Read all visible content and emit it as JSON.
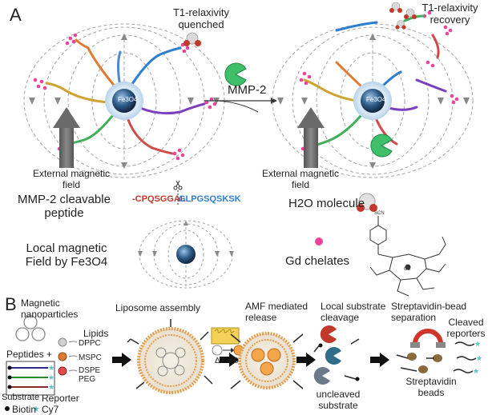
{
  "panel_a": {
    "letter": "A",
    "t1_quenched": [
      "T1-relaxivity",
      "quenched"
    ],
    "t1_recovery": [
      "T1-relaxivity",
      "recovery"
    ],
    "mmp2": "MMP-2",
    "nanoparticle_core": "Fe3O4",
    "external_field_left": [
      "External magnetic",
      "field"
    ],
    "external_field_right": [
      "External magnetic",
      "field"
    ],
    "peptide_label": [
      "MMP-2 cleavable",
      "peptide"
    ],
    "peptide_seq_left": "-CPQSGGAL",
    "peptide_seq_right": "GLPGSQSKSK",
    "water_label": "H2O molecule",
    "local_field": [
      "Local magnetic",
      "Field by Fe3O4"
    ],
    "gd_label": "Gd chelates"
  },
  "panel_b": {
    "letter": "B",
    "magnetic_np": [
      "Magnetic",
      "nanoparticles"
    ],
    "lipids": "Lipids",
    "lipid_items": [
      "DPPC",
      "MSPC",
      "DSPE",
      "PEG"
    ],
    "peptides": "Peptides +",
    "substrate": "Substrate",
    "reporter": "Reporter",
    "biotin": "Biotin",
    "cy7": "Cy7",
    "steps": {
      "liposome": "Liposome assembly",
      "amf": [
        "AMF mediated",
        "release"
      ],
      "local_cleavage": [
        "Local substrate",
        "cleavage"
      ],
      "streptavidin_sep": [
        "Streptavidin-bead",
        "separation"
      ],
      "cleaved": [
        "Cleaved",
        "reporters"
      ]
    },
    "delta_t": "ΔT > 0",
    "uncleaved": [
      "uncleaved",
      "substrate"
    ],
    "streptavidin_beads": [
      "Streptavidin",
      "beads"
    ]
  },
  "colors": {
    "nanoparticle": "#2f5d8a",
    "halo": "#cfe3f2",
    "gd": "#e8449a",
    "mmp2": "#3fbf6a",
    "field_line": "#9a9a9a",
    "arrow": "#6d6d6d",
    "cy7": "#54c6c8"
  }
}
